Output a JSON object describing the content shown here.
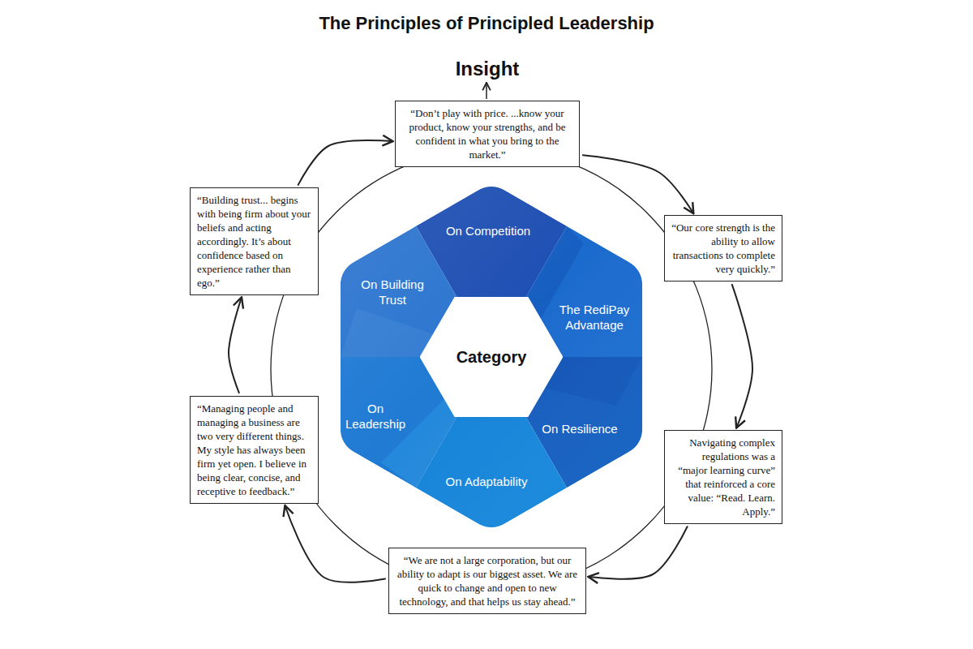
{
  "diagram": {
    "title": "The Principles of Principled Leadership",
    "nodes": [
      {
        "text": [
          "Insight",
          "“Don’t play with price. ...know your product, know your strengths, and be confident in what you bring to the market.”"
        ]
      },
      {
        "text": [
          "“Our core strength is the ability to allow transactions to complete very quickly.”"
        ]
      },
      {
        "text": [
          "Navigating complex regulations was a “major learning curve” that reinforced a core value: “Read. Learn. Apply.”"
        ]
      },
      {
        "text": [
          "“We are not a large corporation, but our ability to adapt is our biggest asset. We are quick to change and open to new technology, and that helps us stay ahead.”"
        ]
      },
      {
        "text": [
          "“Managing people and managing a business are two very different things. My style has always been firm yet open. I believe in being clear, concise, and receptive to feedback.”"
        ]
      },
      {
        "text": [
          "“Building trust... begins with being firm about your beliefs and acting accordingly. It’s about confidence based on experience rather than ego.”"
        ]
      },
      {
        "text": [
          "Category"
        ]
      },
      {
        "text": [
          "On Competition"
        ]
      },
      {
        "text": [
          "The RediPay Advantage"
        ]
      },
      {
        "text": [
          "On Resilience"
        ]
      },
      {
        "text": [
          "On Adaptability"
        ]
      },
      {
        "text": [
          "On Leadership"
        ]
      },
      {
        "text": [
          "On Building Trust"
        ]
      }
    ],
    "edges": [
      {
        "from": 0,
        "to": 1,
        "arrow": "to"
      },
      {
        "from": 1,
        "to": 2,
        "arrow": "to"
      },
      {
        "from": 2,
        "to": 3,
        "arrow": "to"
      },
      {
        "from": 3,
        "to": 4,
        "arrow": "to"
      },
      {
        "from": 4,
        "to": 5,
        "arrow": "to"
      },
      {
        "from": 5,
        "to": 0,
        "arrow": "to"
      }
    ]
  }
}
